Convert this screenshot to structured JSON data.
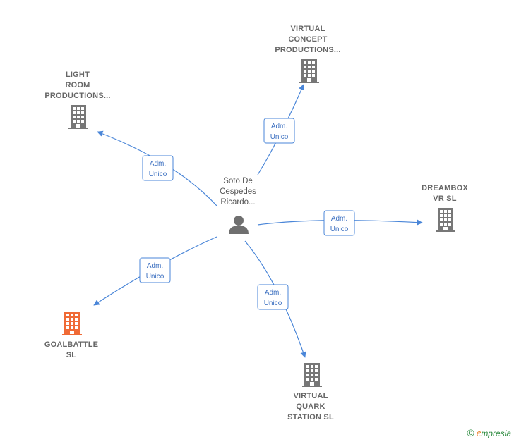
{
  "center": {
    "name_lines": [
      "Soto De",
      "Cespedes",
      "Ricardo..."
    ],
    "icon": "person-icon"
  },
  "companies": [
    {
      "id": "light-room",
      "lines": [
        "LIGHT",
        "ROOM",
        "PRODUCTIONS..."
      ],
      "color": "#777777",
      "icon": "building-icon"
    },
    {
      "id": "virtual-concept",
      "lines": [
        "VIRTUAL",
        "CONCEPT",
        "PRODUCTIONS..."
      ],
      "color": "#777777",
      "icon": "building-icon"
    },
    {
      "id": "dreambox",
      "lines": [
        "DREAMBOX",
        "VR SL"
      ],
      "color": "#777777",
      "icon": "building-icon"
    },
    {
      "id": "virtual-quark",
      "lines": [
        "VIRTUAL",
        "QUARK",
        "STATION SL"
      ],
      "color": "#777777",
      "icon": "building-icon"
    },
    {
      "id": "goalbattle",
      "lines": [
        "GOALBATTLE",
        "SL"
      ],
      "color": "#f06a35",
      "icon": "building-icon"
    }
  ],
  "edges": [
    {
      "to": "light-room",
      "label_lines": [
        "Adm.",
        "Unico"
      ]
    },
    {
      "to": "virtual-concept",
      "label_lines": [
        "Adm.",
        "Unico"
      ]
    },
    {
      "to": "dreambox",
      "label_lines": [
        "Adm.",
        "Unico"
      ]
    },
    {
      "to": "virtual-quark",
      "label_lines": [
        "Adm.",
        "Unico"
      ]
    },
    {
      "to": "goalbattle",
      "label_lines": [
        "Adm.",
        "Unico"
      ]
    }
  ],
  "colors": {
    "edge": "#4a86d8",
    "icon_gray": "#777777",
    "icon_highlight": "#f06a35"
  },
  "footer": {
    "copyright": "©",
    "brand_initial": "e",
    "brand_rest": "mpresia"
  }
}
